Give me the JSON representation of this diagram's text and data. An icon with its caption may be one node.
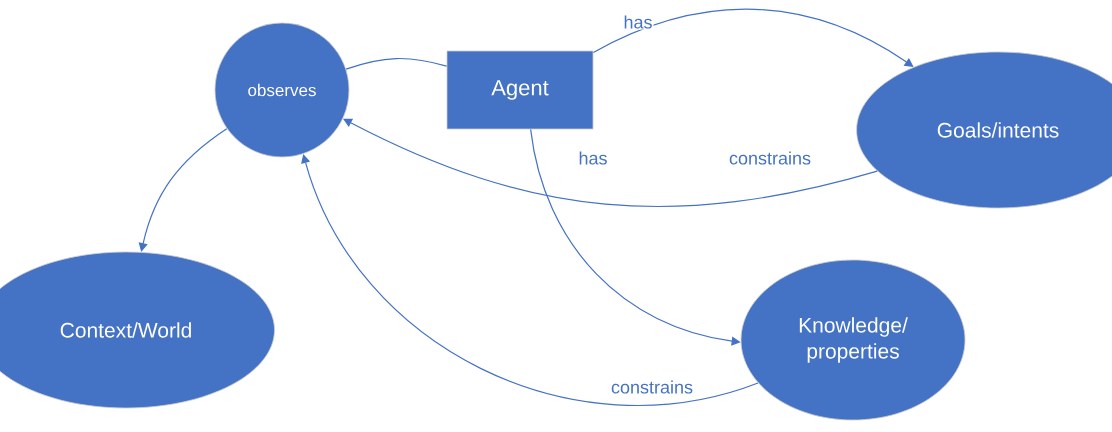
{
  "diagram": {
    "nodes": [
      {
        "text": [
          "observes"
        ]
      },
      {
        "text": [
          "Agent"
        ]
      },
      {
        "text": [
          "Goals/intents"
        ]
      },
      {
        "text": [
          "Context/World"
        ]
      },
      {
        "text": [
          "Knowledge/ properties"
        ]
      }
    ],
    "edges": [
      {
        "from": 1,
        "to": 0,
        "arrow": "none"
      },
      {
        "from": 1,
        "to": 2,
        "arrow": "to",
        "label": "has"
      },
      {
        "from": 1,
        "to": 4,
        "arrow": "to",
        "label": "has"
      },
      {
        "from": 2,
        "to": 0,
        "arrow": "to",
        "label": "constrains"
      },
      {
        "from": 4,
        "to": 0,
        "arrow": "to",
        "label": "constrains"
      },
      {
        "from": 0,
        "to": 3,
        "arrow": "to"
      }
    ]
  }
}
